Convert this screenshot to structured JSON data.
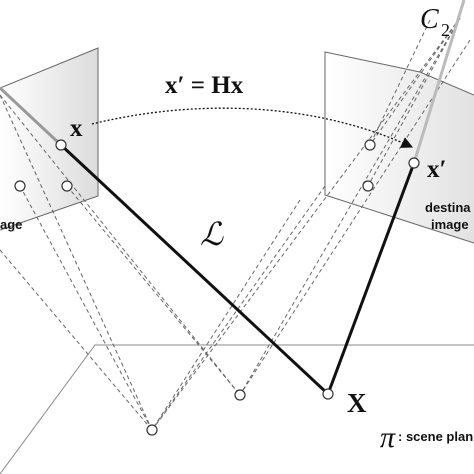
{
  "labels": {
    "homography_eq": "x′ = Hx",
    "source_point": "x",
    "dest_point": "x′",
    "line_symbol": "ℒ",
    "world_point": "X",
    "camera2": "C",
    "camera2_sub": "2",
    "source_image": "age",
    "dest_image_line1": "destina",
    "dest_image_line2": "image",
    "plane_symbol": "π",
    "plane_caption": ": scene plan"
  },
  "colors": {
    "stroke": "#111111",
    "dashed": "#666666",
    "plane_edge": "#777777",
    "image_edge": "#555555",
    "gradient_light": "#e9e9e9",
    "point_fill": "#ffffff"
  }
}
